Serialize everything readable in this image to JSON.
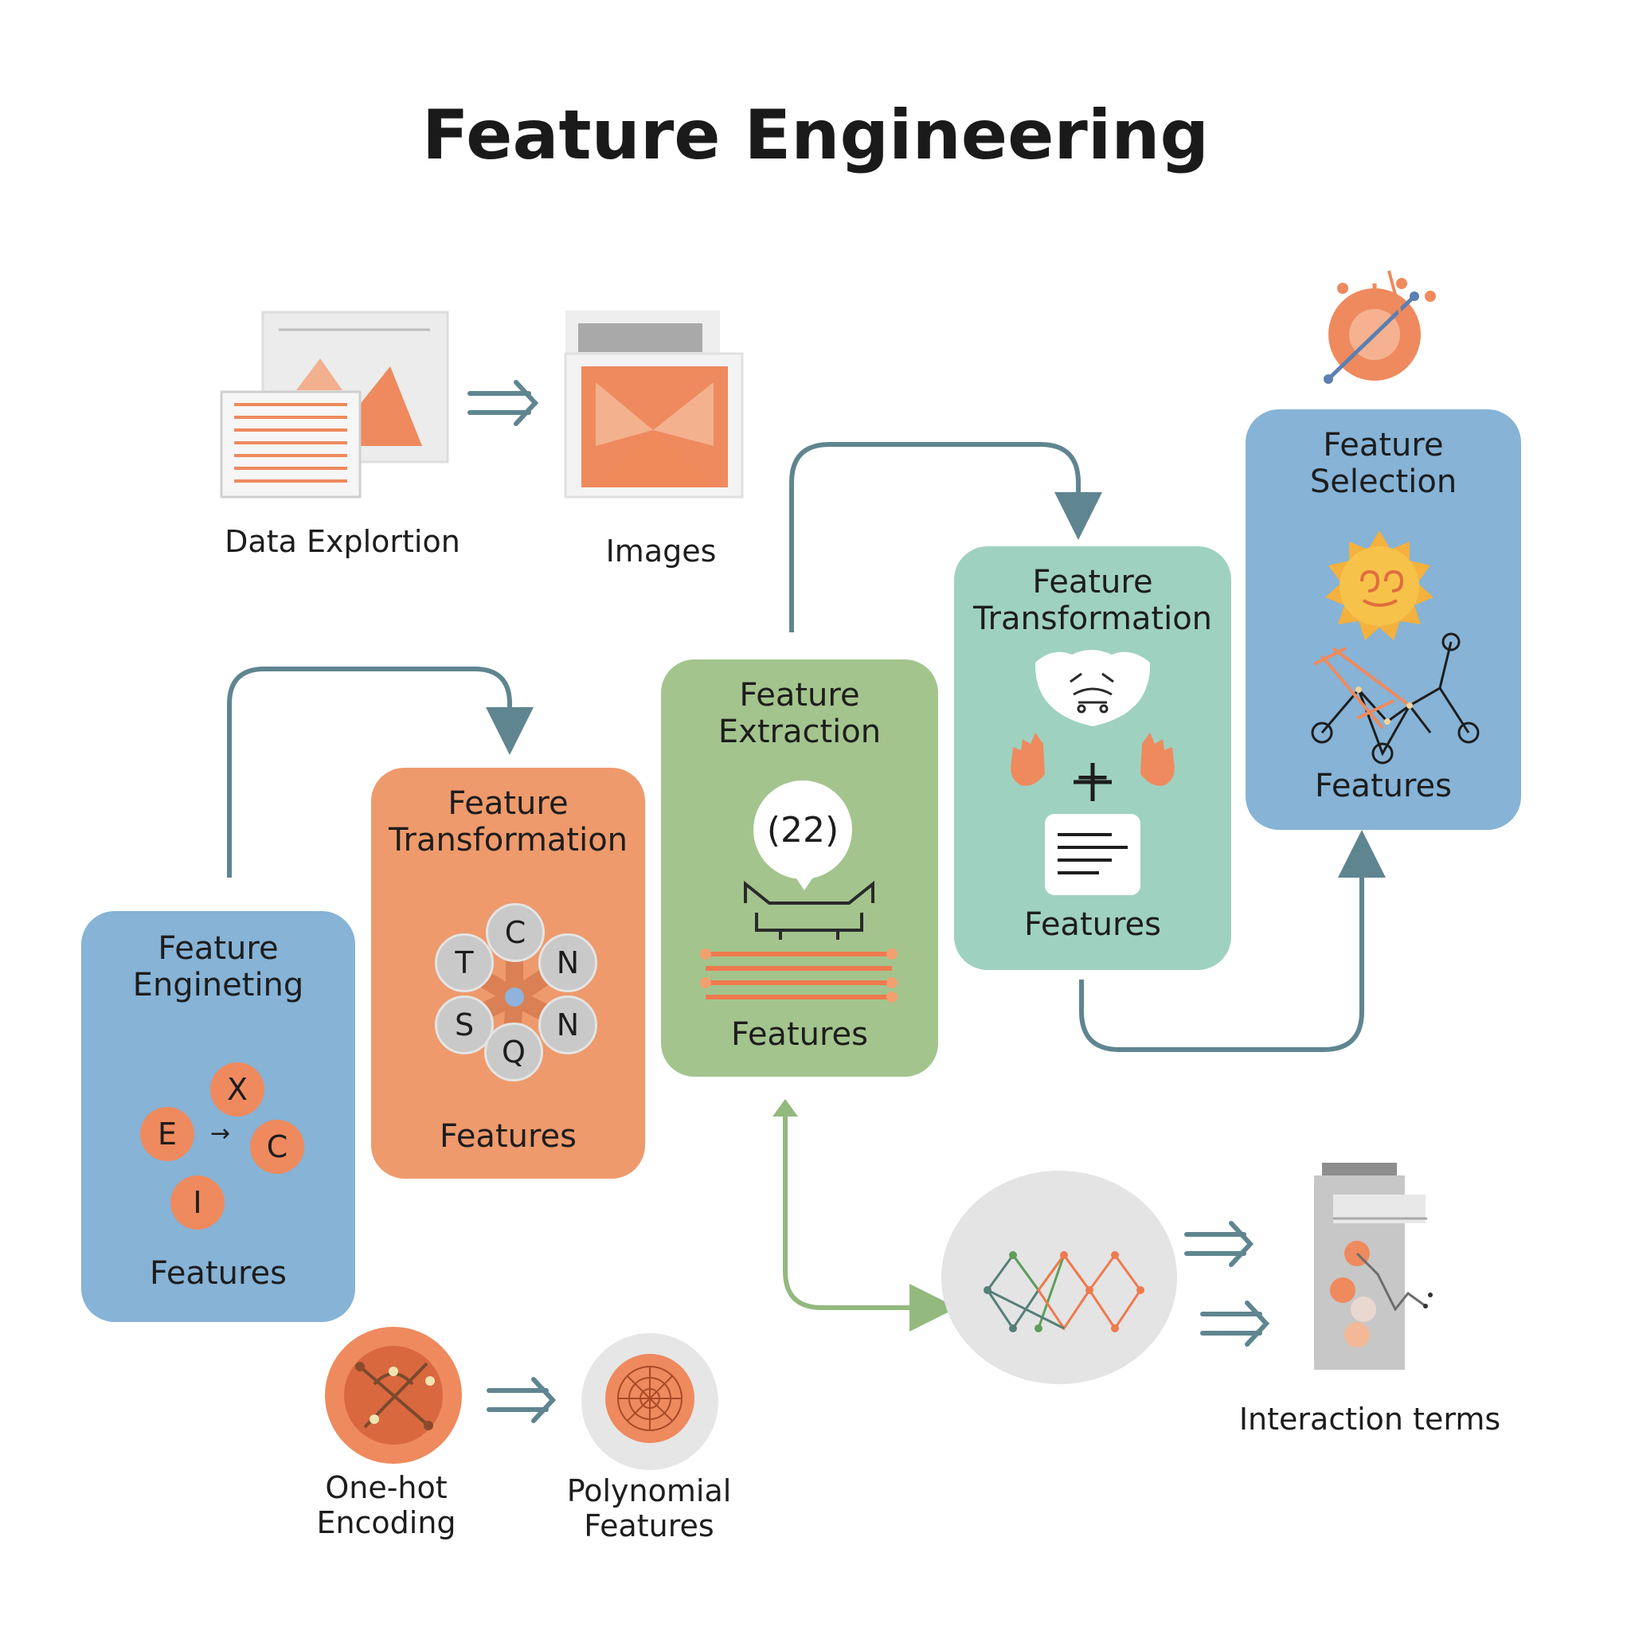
{
  "title": "Feature Engineering",
  "cards": {
    "engineering": {
      "title_line1": "Feature",
      "title_line2": "Engineting",
      "footer": "Features",
      "nodes": [
        "X",
        "E",
        "C",
        "I"
      ]
    },
    "transformation_orange": {
      "title_line1": "Feature",
      "title_line2": "Transformation",
      "footer": "Features",
      "nodes": [
        "C",
        "T",
        "N",
        "S",
        "N",
        "Q"
      ]
    },
    "extraction": {
      "title_line1": "Feature",
      "title_line2": "Extraction",
      "footer": "Features",
      "badge": "(22)"
    },
    "transformation_teal": {
      "title_line1": "Feature",
      "title_line2": "Transformation",
      "footer": "Features",
      "plus": "+"
    },
    "selection": {
      "title_line1": "Feature",
      "title_line2": "Selection",
      "footer": "Features"
    }
  },
  "captions": {
    "data_exploration": "Data Explortion",
    "images": "Images",
    "one_hot_line1": "One-hot",
    "one_hot_line2": "Encoding",
    "polynomial_line1": "Polynomial",
    "polynomial_line2": "Features",
    "interaction": "Interaction terms"
  },
  "colors": {
    "blue_card": "#86b3d6",
    "orange_card": "#ee9a6c",
    "green_card": "#a3c48d",
    "teal_card": "#9fd1c0",
    "accent_orange": "#ee8a5e",
    "arrow_slate": "#5f8590",
    "arrow_green": "#93b97e"
  }
}
